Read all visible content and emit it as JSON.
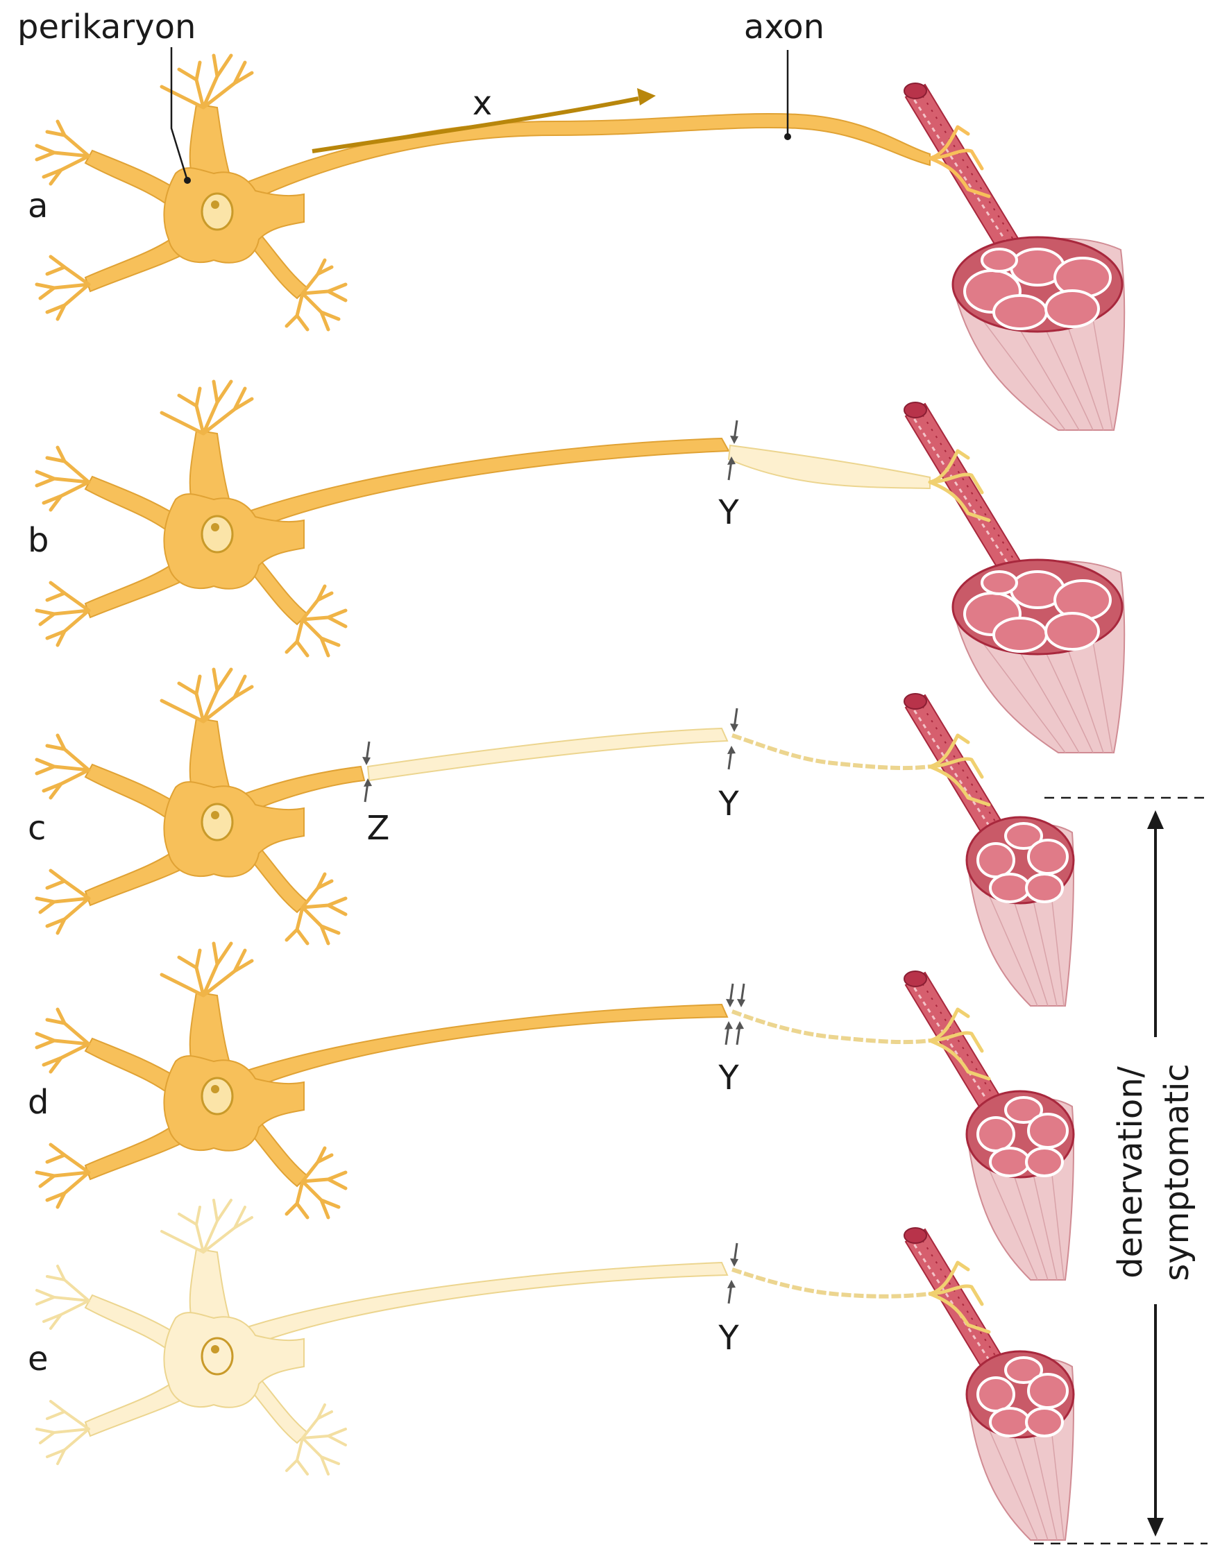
{
  "labels": {
    "perikaryon": "perikaryon",
    "axon": "axon",
    "transport": "x",
    "lesion_y": "Y",
    "lesion_z": "Z",
    "side": "denervation/\nsymptomatic",
    "side_line1": "denervation/",
    "side_line2": "symptomatic"
  },
  "panels": [
    {
      "letter": "a",
      "state": "healthy",
      "y_label": "",
      "z_label": ""
    },
    {
      "letter": "b",
      "state": "axon distal to Y pale",
      "y_label": "Y",
      "z_label": ""
    },
    {
      "letter": "c",
      "state": "segment Z to Y pale, distal axon degenerated",
      "y_label": "Y",
      "z_label": "Z"
    },
    {
      "letter": "d",
      "state": "distal axon degenerated (double arrows at Y)",
      "y_label": "Y",
      "z_label": ""
    },
    {
      "letter": "e",
      "state": "whole neuron pale, distal axon degenerated",
      "y_label": "Y",
      "z_label": ""
    }
  ],
  "colors": {
    "neuron": "#f7c05a",
    "neuron_outline": "#e0a234",
    "neuron_pale": "#fdf0cf",
    "neuron_pale_outline": "#ecd58f",
    "transport_arrow": "#b8860b",
    "muscle": "#d65f6e",
    "muscle_dark": "#a8283d",
    "muscle_light": "#e9a6ad",
    "pointer": "#555555"
  },
  "icons": [
    "dendrite-icon",
    "nucleus-icon",
    "muscle-fiber-icon",
    "muscle-bundle-icon",
    "lesion-arrow-icon"
  ]
}
